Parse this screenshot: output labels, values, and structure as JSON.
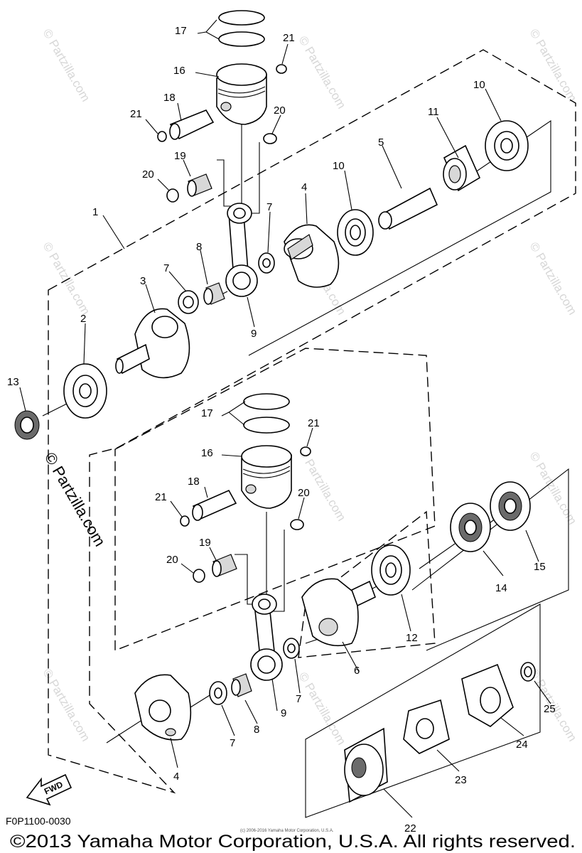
{
  "diagram": {
    "callouts": {
      "c1": "1",
      "c2": "2",
      "c3": "3",
      "c4a": "4",
      "c4b": "4",
      "c5": "5",
      "c6": "6",
      "c7a": "7",
      "c7b": "7",
      "c7c": "7",
      "c7d": "7",
      "c8a": "8",
      "c8b": "8",
      "c9a": "9",
      "c9b": "9",
      "c10a": "10",
      "c10b": "10",
      "c11": "11",
      "c12": "12",
      "c13": "13",
      "c14": "14",
      "c15": "15",
      "c16a": "16",
      "c16b": "16",
      "c17a": "17",
      "c17b": "17",
      "c18a": "18",
      "c18b": "18",
      "c19a": "19",
      "c19b": "19",
      "c20a": "20",
      "c20b": "20",
      "c20c": "20",
      "c20d": "20",
      "c21a": "21",
      "c21b": "21",
      "c21c": "21",
      "c21d": "21",
      "c22": "22",
      "c23": "23",
      "c24": "24",
      "c25": "25"
    },
    "fwd_label": "FWD",
    "figure_code": "F0P1100-0030",
    "watermark_side": "© Partzilla.com",
    "watermark_faint": "© Partzilla.com",
    "fine_print": "(c) 2006-2016 Yamaha Motor Corporation, U.S.A.",
    "copyright": "©2013 Yamaha Motor Corporation, U.S.A. All rights reserved."
  }
}
